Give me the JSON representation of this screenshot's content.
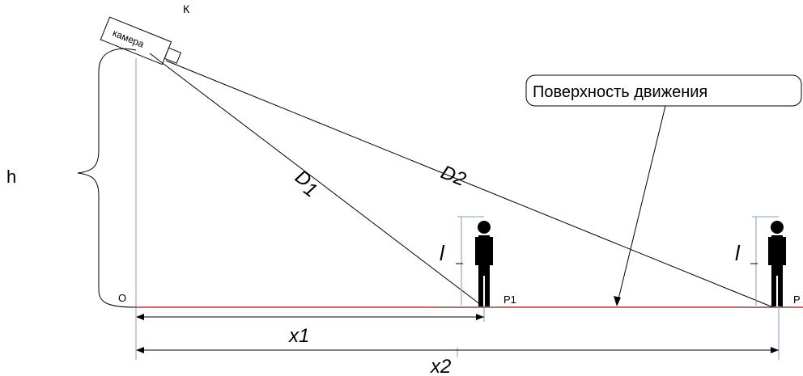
{
  "labels": {
    "top_cut": "К",
    "camera": "камера",
    "height": "h",
    "origin": "O",
    "surface_callout": "Поверхность движения",
    "d1_main": "D",
    "d1_sub": "1",
    "d2": "D2",
    "person_height_1": "l",
    "person_height_2": "l",
    "p1": "P1",
    "p2": "P",
    "x1": "x1",
    "x2": "x2"
  },
  "colors": {
    "ground": "#e0202a",
    "line": "#000000",
    "vertical_axis": "#7f9fbf",
    "measure": "#7f9fbf"
  }
}
